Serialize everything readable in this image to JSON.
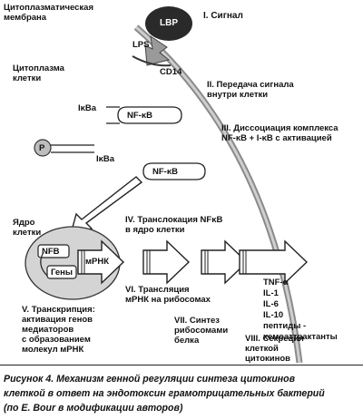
{
  "labels": {
    "membrane": "Цитоплазматическая\nмембрана",
    "lbp": "LBP",
    "stage1": "I. Сигнал",
    "lps": "LPS",
    "cd14": "CD14",
    "cytoplasm": "Цитоплазма\nклетки",
    "stage2": "II. Передача сигнала\nвнутри клетки",
    "ikba1": "IκBa",
    "nfkb1": "NF-κB",
    "stage3": "III. Диссоциация комплекса\nNF-κB + I-κB с активацией",
    "p": "P",
    "ikba2": "IκBa",
    "nfkb2": "NF-κB",
    "nucleus": "Ядро\nклетки",
    "stage4": "IV. Транслокация NFκB\nв ядро клетки",
    "nfb": "NFB",
    "genes": "Гены",
    "mrna": "мРНК",
    "stage6": "VI. Трансляция\nмРНК на рибосомах",
    "cytokines": "TNF-α\nIL-1\nIL-6\nIL-10\nпептиды -\nхемоаттрактанты",
    "stage5": "V. Транскрипция:\nактивация генов\nмедиаторов\nс образованием\nмолекул мРНК",
    "stage7": "VII. Синтез\nрибосомами\nбелка",
    "stage8": "VIII. Секреция\nклеткой\nцитокинов"
  },
  "caption": "Рисунок 4. Механизм генной регуляции синтеза цитокинов\nклеткой в ответ на эндотоксин грамотрицательных бактерий\n(по E. Bour в модификации авторов)"
}
